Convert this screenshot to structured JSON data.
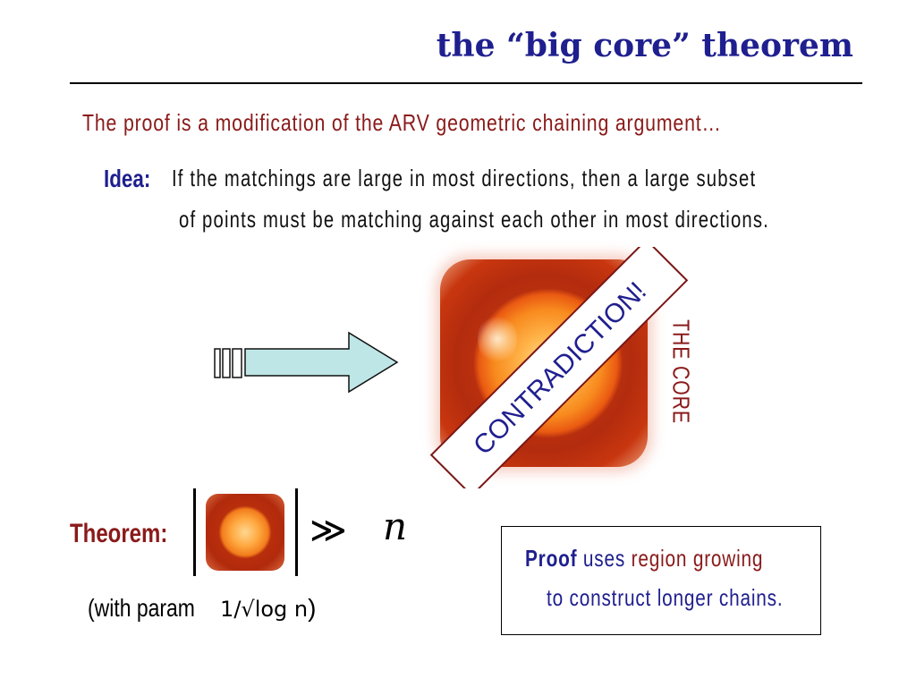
{
  "slide": {
    "title": "the “big core” theorem",
    "intro": "The proof is a modification of the ARV geometric chaining argument…",
    "idea": {
      "label": "Idea:",
      "line1": "If the matchings are large in most directions, then a large subset",
      "line2": "of points must be matching against each other in most directions."
    },
    "banner": "CONTRADICTION!",
    "core_label": "THE CORE",
    "theorem": {
      "label": "Theorem:",
      "relation": "≫",
      "variable": "n",
      "param_prefix": "(with param",
      "param_math": "1/√log n",
      "param_suffix": ")"
    },
    "proof": {
      "word": "Proof",
      "uses": "uses",
      "method": "region growing",
      "line2": "to construct longer chains."
    }
  },
  "colors": {
    "title": "#1f1f8f",
    "accent_red": "#8a1a1a",
    "arrow_fill": "#bfe6e6",
    "banner_border": "#7a1616"
  }
}
